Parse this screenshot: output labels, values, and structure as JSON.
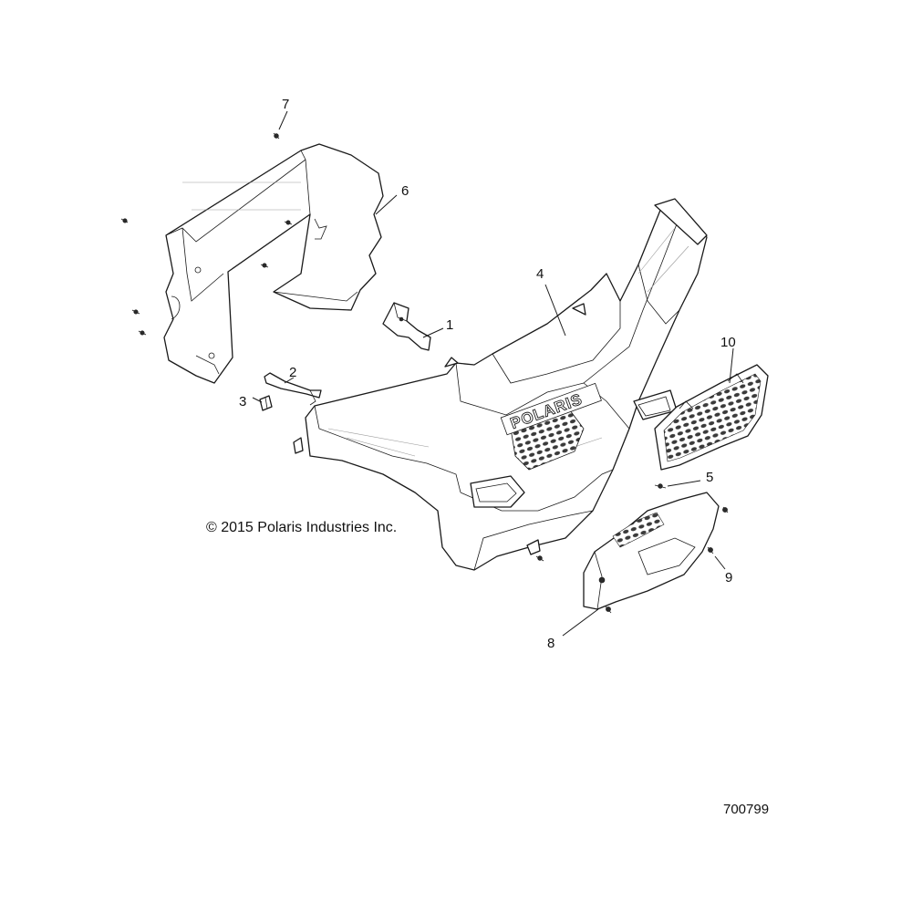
{
  "diagram": {
    "callouts": [
      "1",
      "2",
      "3",
      "4",
      "5",
      "6",
      "7",
      "8",
      "9",
      "10"
    ],
    "logo_text": "POLARIS",
    "copyright": "© 2015 Polaris Industries Inc.",
    "figure_number": "700799"
  }
}
